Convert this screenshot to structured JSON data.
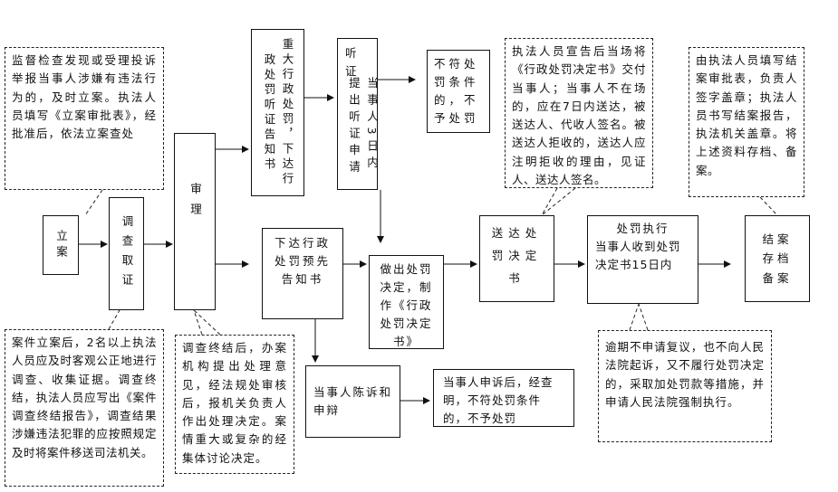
{
  "nodes": {
    "lian": "立案",
    "diaocha": "调查取证",
    "shenli": "审理",
    "tingzheng_notice": "重大行政处罚，下达行政处罚听证告知书",
    "tingzheng_title": "听证",
    "tingzheng_body": "当事人3日内提出听证申请",
    "not_meet_top": "不符处罚条件的，不予处罚",
    "xiada_yuxian": "下达行政处罚预先告知书",
    "zuochu": "做出处罚决定，制作《行政处罚决定书》",
    "songda": "送达处罚决定书",
    "zhixing_title": "处罚执行",
    "zhixing_body": "当事人收到处罚决定书15日内",
    "jiean": "结案存档备案",
    "chenshu": "当事人陈诉和申辩",
    "shensu_result": "当事人申诉后，经查明，不符处罚条件的，不予处罚"
  },
  "callouts": {
    "lian_note": "监督检查发现或受理投诉举报当事人涉嫌有违法行为的，及时立案。执法人员填写《立案审批表》，经批准后，依法立案查处",
    "diaocha_note": "案件立案后，2名以上执法人员应及时客观公正地进行调查、收集证据。调查终结，执法人员应写出《案件调查终结报告》，调查结果涉嫌违法犯罪的应按照规定及时将案件移送司法机关。",
    "shenli_note": "调查终结后，办案机构提出处理意见，经法规处审核后，报机关负责人作出处理决定。案情重大或复杂的经集体讨论决定。",
    "songda_note": "执法人员宣告后当场将《行政处罚决定书》交付当事人；当事人不在场的，应在7日内送达，被送达人、代收人签名。被送达人拒收的，送达人应注明拒收的理由，见证人、送达人签名。",
    "zhixing_note": "逾期不申请复议，也不向人民法院起诉，又不履行处罚决定的，采取加处罚款等措施，并申请人民法院强制执行。",
    "jiean_note": "由执法人员填写结案审批表，负责人签字盖章；执法人员书写结案报告，执法机关盖章。将上述资料存档、备案。"
  }
}
